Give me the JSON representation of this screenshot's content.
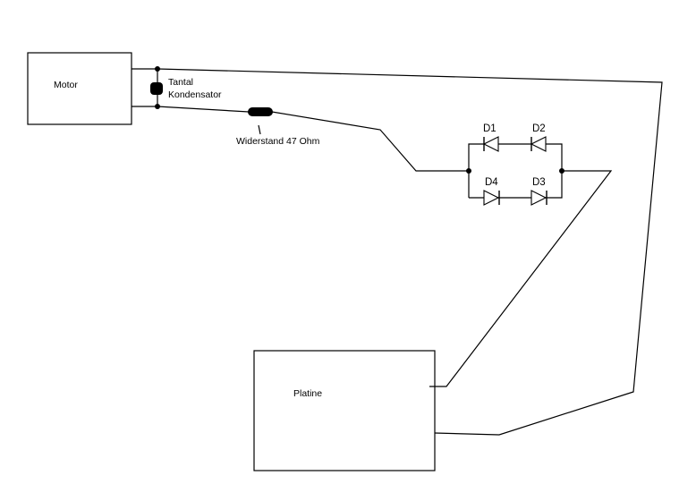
{
  "components": {
    "motor": {
      "label": "Motor"
    },
    "platine": {
      "label": "Platine"
    },
    "capacitor": {
      "label_line1": "Tantal",
      "label_line2": "Kondensator"
    },
    "resistor": {
      "label": "Widerstand 47 Ohm"
    },
    "diodes": [
      {
        "label": "D1"
      },
      {
        "label": "D2"
      },
      {
        "label": "D4"
      },
      {
        "label": "D3"
      }
    ]
  }
}
